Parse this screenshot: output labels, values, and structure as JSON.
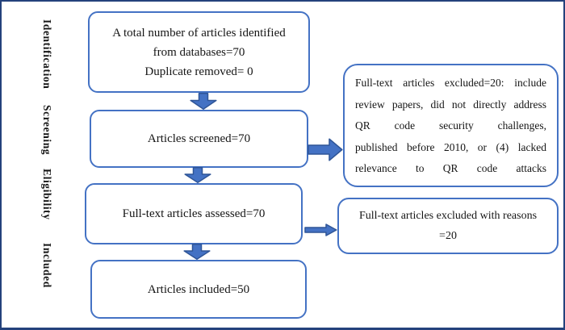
{
  "colors": {
    "frame_border": "#24427c",
    "box_border": "#4472c4",
    "arrow_fill": "#4472c4",
    "arrow_outline": "#2f5597",
    "text": "#151515"
  },
  "stages": {
    "identification": "Identification",
    "screening": "Screening",
    "eligibility": "Eligibility",
    "included": "Included"
  },
  "boxes": {
    "identified": {
      "lines": [
        "A total number of articles identified",
        "from databases=70",
        "Duplicate removed= 0"
      ]
    },
    "screened": {
      "text": "Articles screened=70"
    },
    "assessed": {
      "text": "Full-text articles assessed=70"
    },
    "included": {
      "text": "Articles included=50"
    },
    "excluded_detail": {
      "lines": [
        "Full-text articles excluded=20: include",
        "review papers, did not directly address",
        "QR code security challenges,",
        "published before 2010, or (4) lacked",
        "relevance to QR code attacks"
      ]
    },
    "excluded_reasons": {
      "lines": [
        "Full-text articles excluded with reasons",
        "=20"
      ]
    }
  }
}
